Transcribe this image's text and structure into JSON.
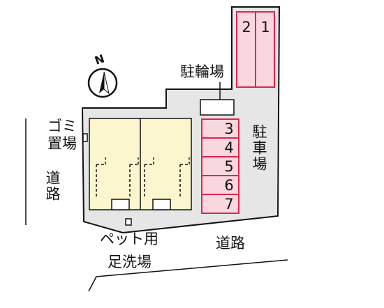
{
  "compass": {
    "letter": "N"
  },
  "labels": {
    "bicycle_parking": "駐輪場",
    "parking": "駐車場",
    "garbage": [
      "ゴミ",
      "置場"
    ],
    "road_left": "道路",
    "road_bottom": "道路",
    "pet_wash": [
      "ペット用",
      "足洗場"
    ]
  },
  "parking_spaces_top": [
    "2",
    "1"
  ],
  "parking_spaces_side": [
    "3",
    "4",
    "5",
    "6",
    "7"
  ],
  "colors": {
    "lot_fill": "#e6e6e6",
    "building_fill": "#fbf6cd",
    "parking_fill": "#f9d7df",
    "parking_border": "#e0254b",
    "line": "#111111"
  }
}
